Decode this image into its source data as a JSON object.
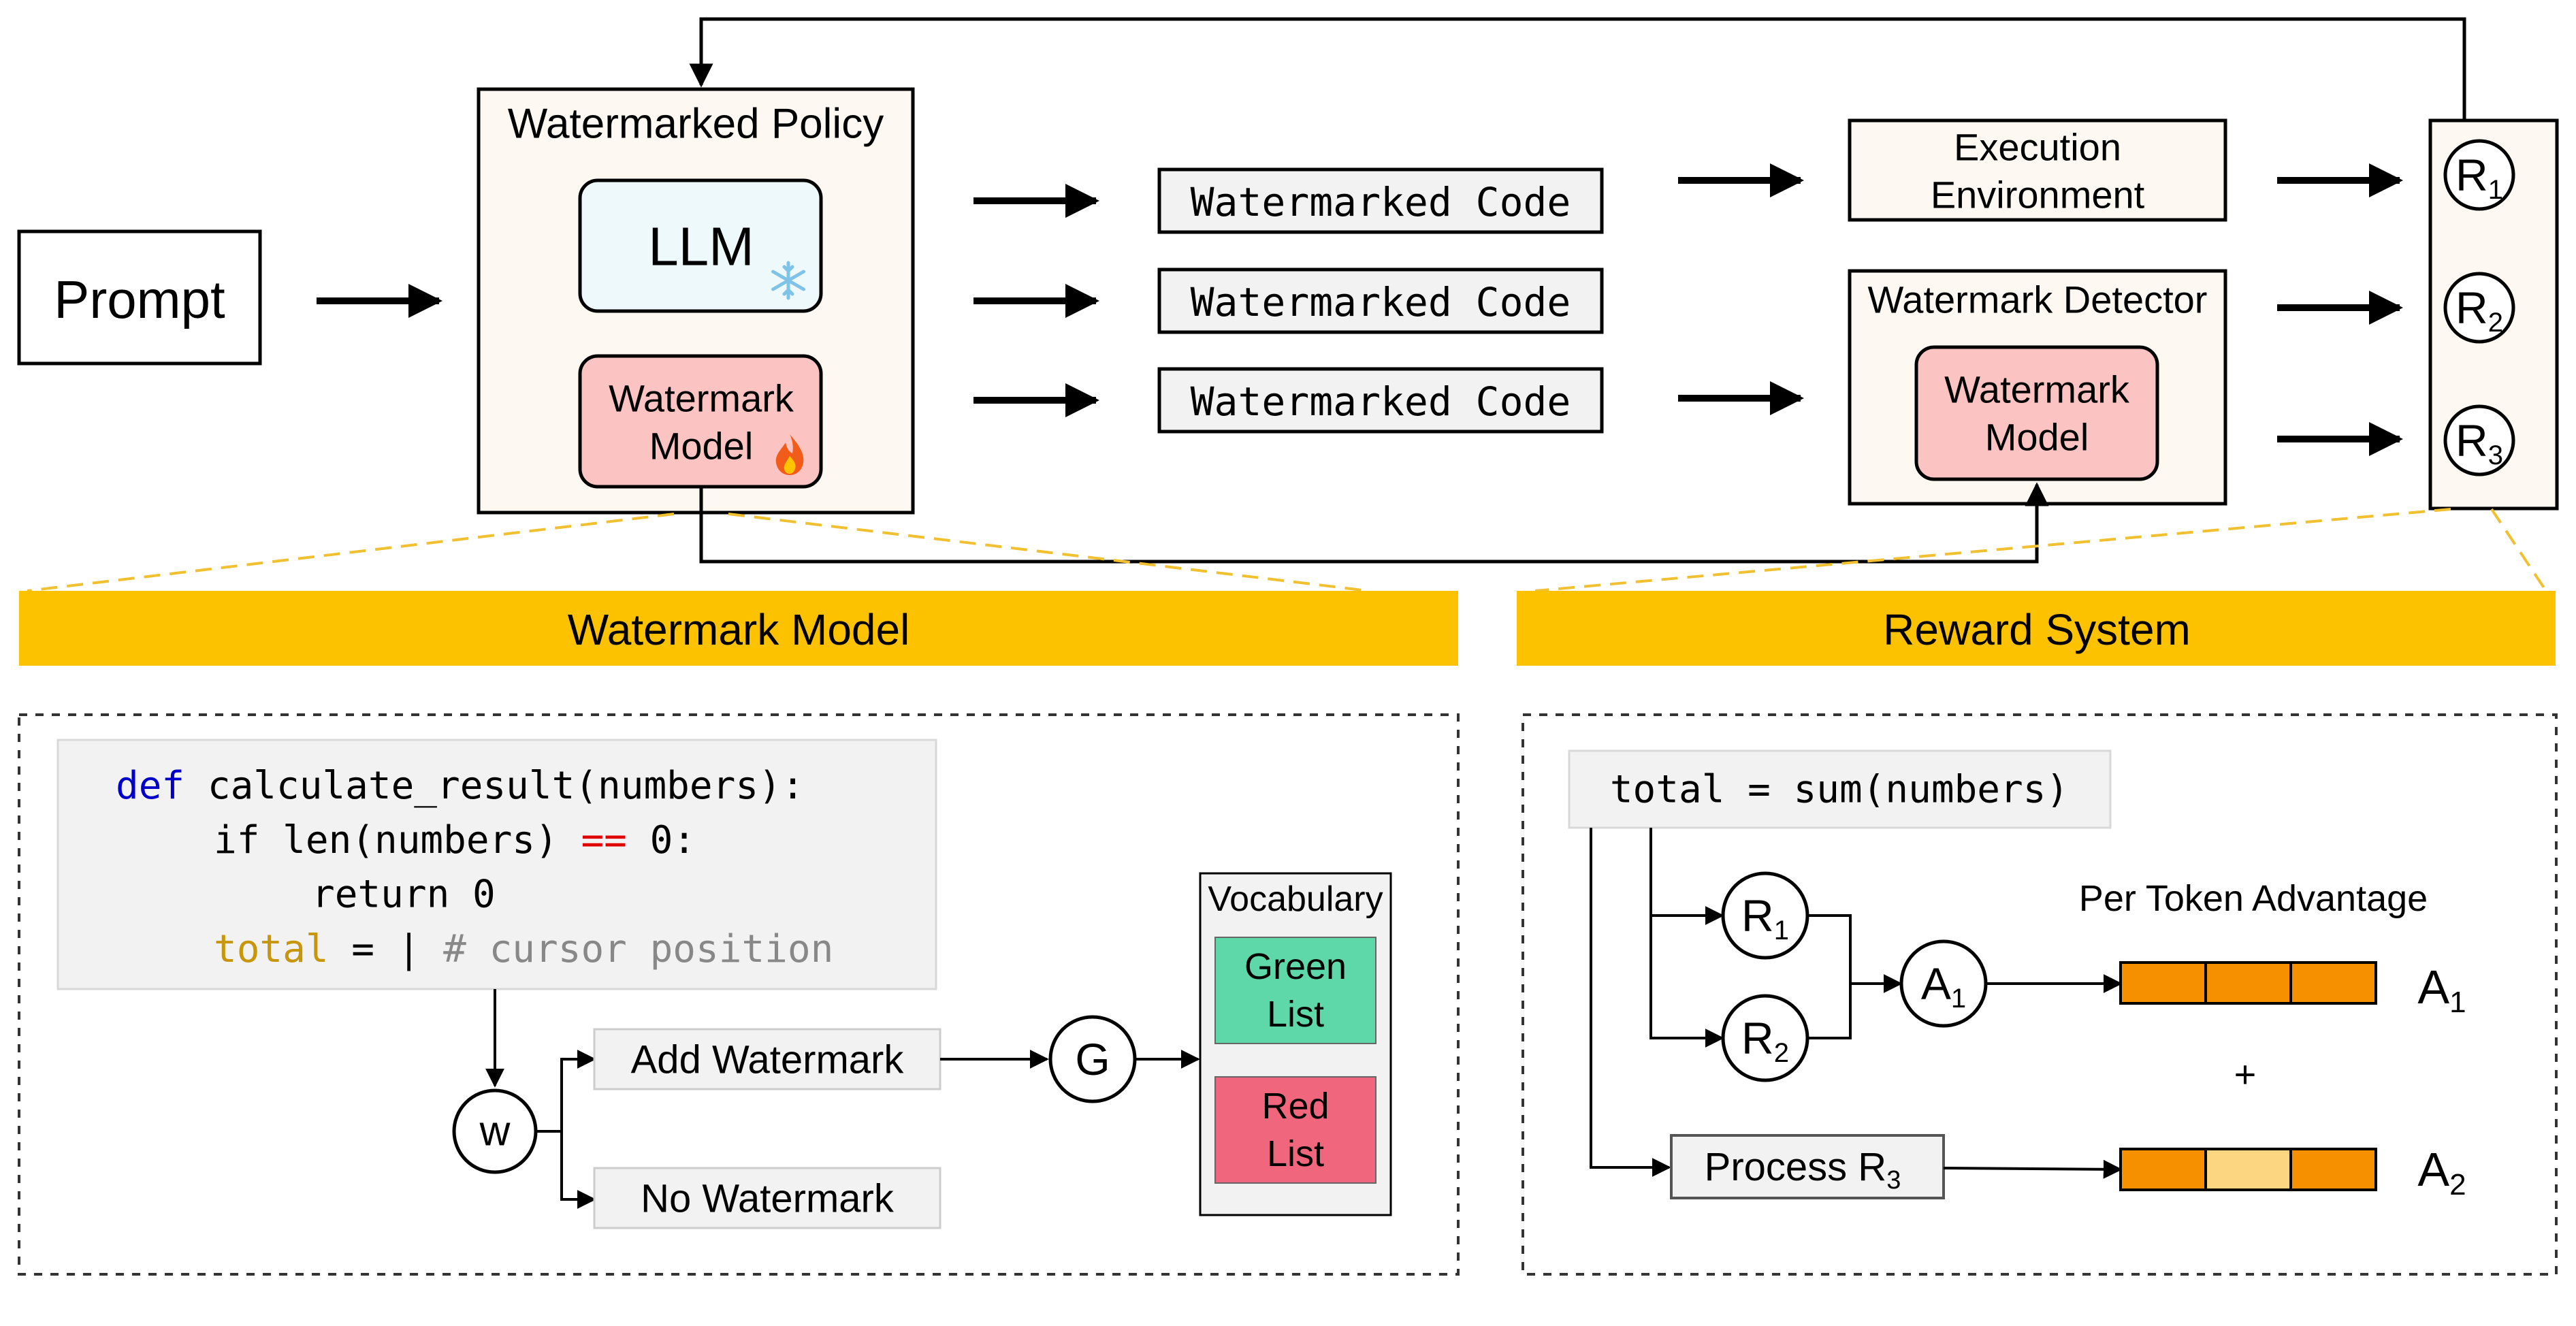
{
  "prompt": "Prompt",
  "policy": {
    "title": "Watermarked Policy",
    "llm": "LLM",
    "llm_icon": "snowflake-icon",
    "wm_model_line1": "Watermark",
    "wm_model_line2": "Model",
    "wm_model_icon": "fire-icon"
  },
  "outputs": [
    "Watermarked Code",
    "Watermarked Code",
    "Watermarked Code"
  ],
  "execution": {
    "line1": "Execution",
    "line2": "Environment"
  },
  "detector": {
    "title": "Watermark Detector",
    "line1": "Watermark",
    "line2": "Model"
  },
  "rewards": {
    "r1": "R",
    "r1_sub": "1",
    "r2": "R",
    "r2_sub": "2",
    "r3": "R",
    "r3_sub": "3"
  },
  "banners": {
    "left": "Watermark Model",
    "right": "Reward System"
  },
  "code": {
    "line1_kw": "def",
    "line1_rest": " calculate_result(numbers):",
    "line2_a": "if len(numbers) ",
    "line2_op": "==",
    "line2_b": " 0:",
    "line3": "return 0",
    "line4_var": "total",
    "line4_mid": " = | ",
    "line4_comment": "# cursor position"
  },
  "wm_flow": {
    "w": "w",
    "add": "Add Watermark",
    "none": "No Watermark",
    "g": "G",
    "vocab_title": "Vocabulary",
    "green_1": "Green",
    "green_2": "List",
    "red_1": "Red",
    "red_2": "List"
  },
  "reward_flow": {
    "code": "total = sum(numbers)",
    "r1": "R",
    "r1_sub": "1",
    "r2": "R",
    "r2_sub": "2",
    "a1": "A",
    "a1_sub": "1",
    "process": "Process R",
    "process_sub": "3",
    "advantage_title": "Per Token Advantage",
    "adv1": "A",
    "adv1_sub": "1",
    "plus": "+",
    "adv2": "A",
    "adv2_sub": "2"
  },
  "colors": {
    "policy_bg": "#fdf9f2",
    "llm_bg": "#eef9fb",
    "wm_model_bg": "#fbc3c2",
    "code_box_bg": "#f2f2f2",
    "banner": "#fcc200",
    "banner_dash": "#f0c030",
    "green_list": "#5ed8a8",
    "red_list": "#f0677d",
    "token_orange": "#f79000",
    "token_light": "#fcd680",
    "keyword": "#0000c8",
    "operator": "#e00000",
    "variable": "#c8960a",
    "comment": "#888888"
  }
}
